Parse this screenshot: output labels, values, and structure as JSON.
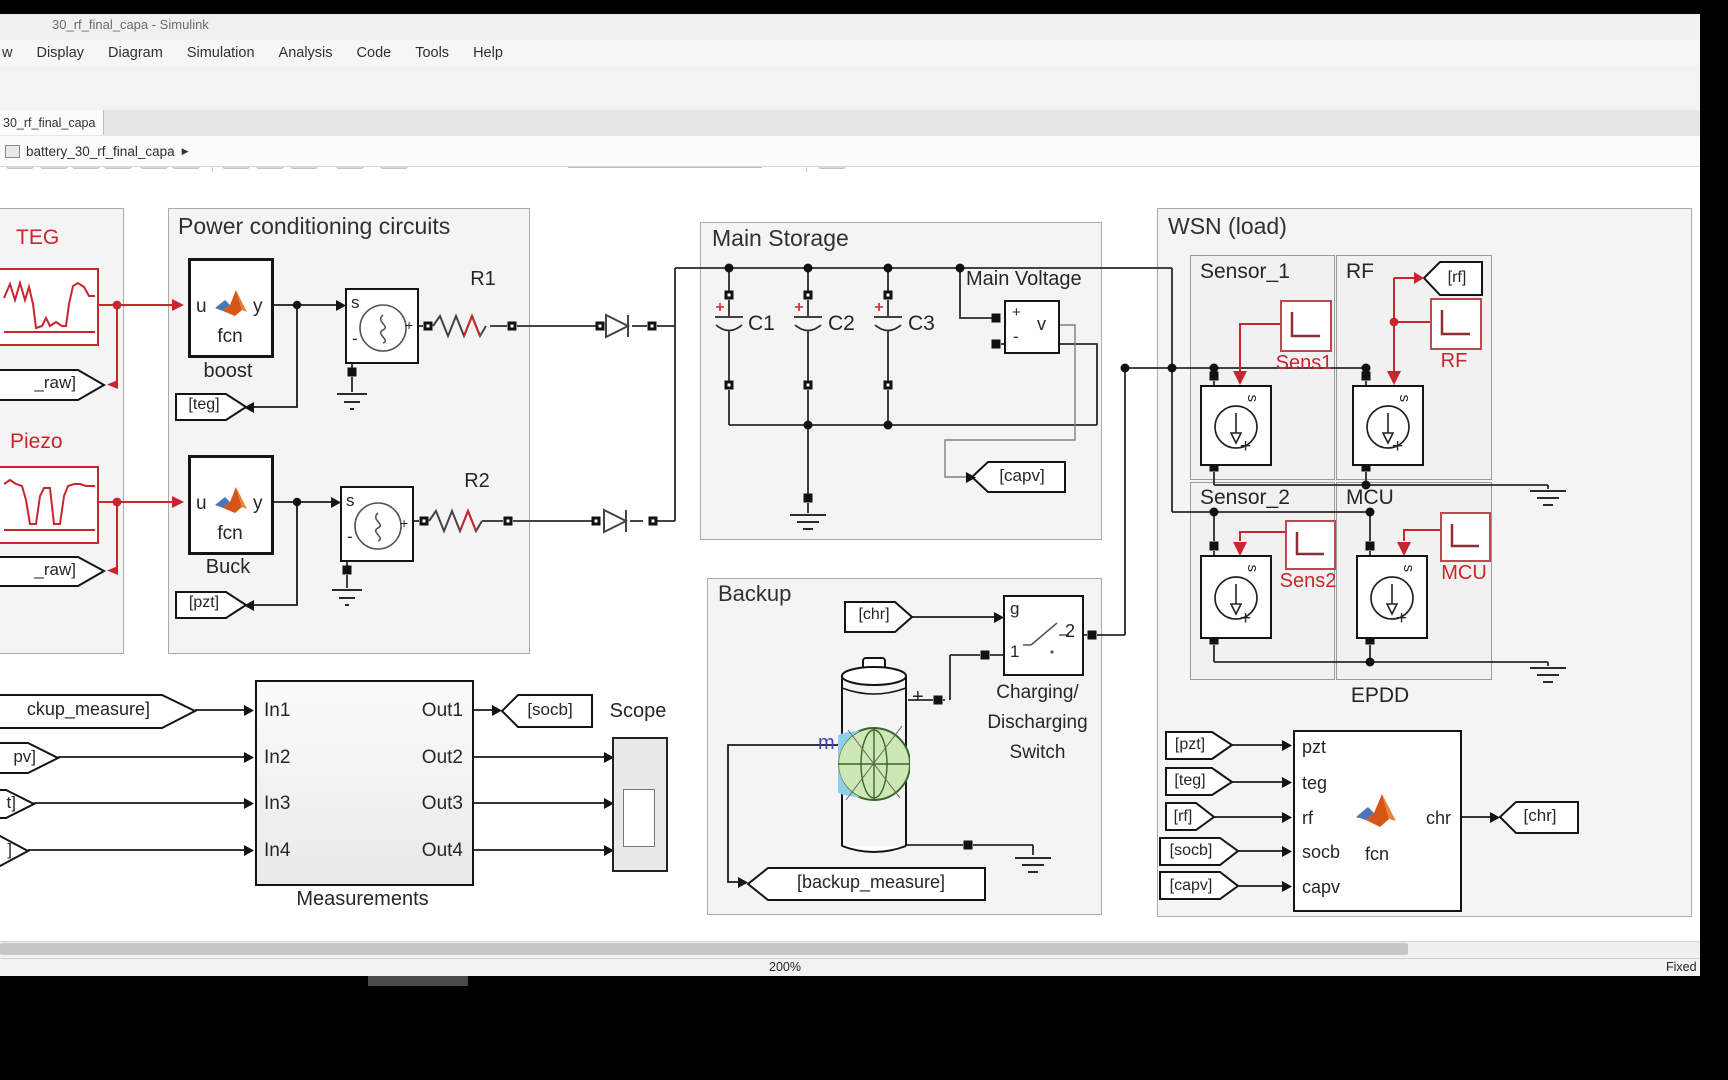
{
  "window": {
    "title": "30_rf_final_capa - Simulink"
  },
  "menu": {
    "items": [
      "w",
      "Display",
      "Diagram",
      "Simulation",
      "Analysis",
      "Code",
      "Tools",
      "Help"
    ]
  },
  "tab": {
    "label": "30_rf_final_capa"
  },
  "breadcrumb": {
    "path": "battery_30_rf_final_capa",
    "arrow": "▶"
  },
  "toolbar": {
    "time_value": "",
    "mode_value": ""
  },
  "statusbar": {
    "zoom": "200%",
    "solver": "Fixed"
  },
  "colors": {
    "signal_red": "#c9252d",
    "scope_border_red": "#bb4a50",
    "logo_orange": "#d55616",
    "logo_blue": "#4a76b8",
    "battery_green": "#cde8b5",
    "battery_blue": "#8fd0e8",
    "wire_black": "#1a1a1a"
  },
  "diagram": {
    "sources": {
      "teg_label": "TEG",
      "piezo_label": "Piezo",
      "raw_tag_fragment": "_raw]"
    },
    "pcc": {
      "title": "Power conditioning circuits",
      "u": "u",
      "y": "y",
      "fcn": "fcn",
      "boost_label": "boost",
      "buck_label": "Buck",
      "teg_goto": "[teg]",
      "pzt_goto": "[pzt]",
      "r1": "R1",
      "r2": "R2",
      "vsrc_s": "s",
      "vsrc_plus": "+",
      "vsrc_minus": "-"
    },
    "storage": {
      "title": "Main Storage",
      "c1": "C1",
      "c2": "C2",
      "c3": "C3",
      "sensor_label": "Main Voltage",
      "sensor_plus": "+",
      "sensor_minus": "-",
      "sensor_v": "v",
      "capv_goto": "[capv]"
    },
    "backup": {
      "title": "Backup",
      "chr_from": "[chr]",
      "switch_g": "g",
      "switch_1": "1",
      "switch_2": "2",
      "switch_label_1": "Charging/",
      "switch_label_2": "Discharging",
      "switch_label_3": "Switch",
      "battery_m": "m",
      "battery_plus": "+",
      "backup_measure_goto": "[backup_measure]"
    },
    "wsn": {
      "title": "WSN (load)",
      "sensor1_title": "Sensor_1",
      "rf_title": "RF",
      "sensor2_title": "Sensor_2",
      "mcu_title": "MCU",
      "sens1_label": "Sens1",
      "rf_label": "RF",
      "sens2_label": "Sens2",
      "mcu_label": "MCU",
      "rf_from": "[rf]",
      "src_s": "s",
      "src_plus": "+",
      "epdd_title": "EPDD",
      "epdd": {
        "in1": "pzt",
        "in2": "teg",
        "in3": "rf",
        "in4": "socb",
        "in5": "capv",
        "fcn": "fcn",
        "out": "chr"
      },
      "from_pzt": "[pzt]",
      "from_teg": "[teg]",
      "from_rf": "[rf]",
      "from_socb": "[socb]",
      "from_capv": "[capv]",
      "chr_goto": "[chr]"
    },
    "measurements": {
      "title": "Measurements",
      "in1": "In1",
      "in2": "In2",
      "in3": "In3",
      "in4": "In4",
      "out1": "Out1",
      "out2": "Out2",
      "out3": "Out3",
      "out4": "Out4",
      "tag1_fragment": "ckup_measure]",
      "tag2_fragment": "pv]",
      "tag3_fragment": "t]",
      "tag4_fragment": "]",
      "socb_goto": "[socb]",
      "scope_label": "Scope"
    }
  }
}
